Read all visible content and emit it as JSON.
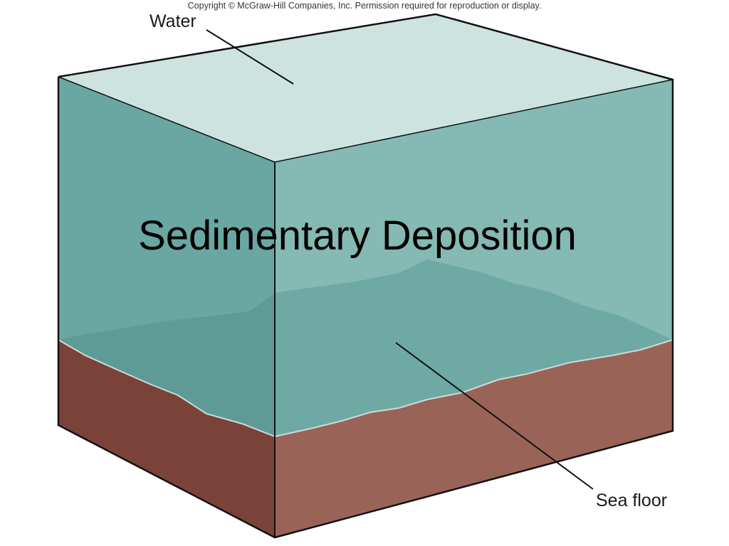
{
  "copyright": "Copyright © McGraw-Hill Companies, Inc. Permission required for reproduction or display.",
  "title": "Sedimentary Deposition",
  "labels": {
    "water": "Water",
    "sea_floor": "Sea floor"
  },
  "colors": {
    "water_top": "#cde3df",
    "water_front": "#7fb3ae",
    "water_side": "#98c5bf",
    "water_left_deep": "#5e9b96",
    "sea_floor_surface": "#6fa9a3",
    "sediment_front": "#9a6358",
    "sediment_left": "#7b423a",
    "outline": "#111111"
  }
}
